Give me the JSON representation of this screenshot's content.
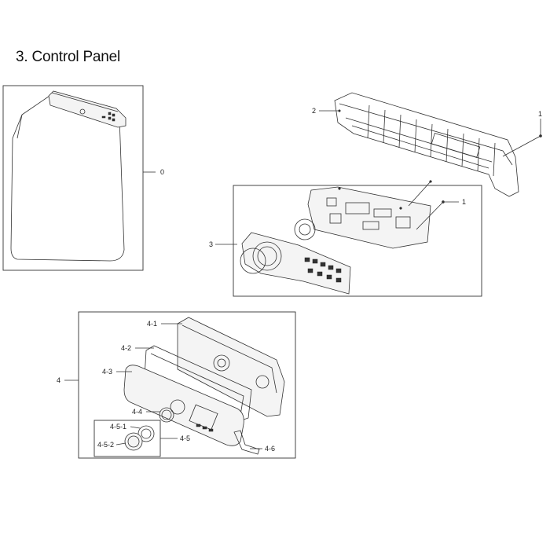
{
  "page": {
    "title": "3. Control Panel"
  },
  "callouts": {
    "c0": "0",
    "c1_top": "1",
    "c1_mid": "1",
    "c2": "2",
    "c3": "3",
    "c4": "4",
    "c4_1": "4-1",
    "c4_2": "4-2",
    "c4_3": "4-3",
    "c4_4": "4-4",
    "c4_5": "4-5",
    "c4_5_1": "4-5-1",
    "c4_5_2": "4-5-2",
    "c4_6": "4-6"
  }
}
